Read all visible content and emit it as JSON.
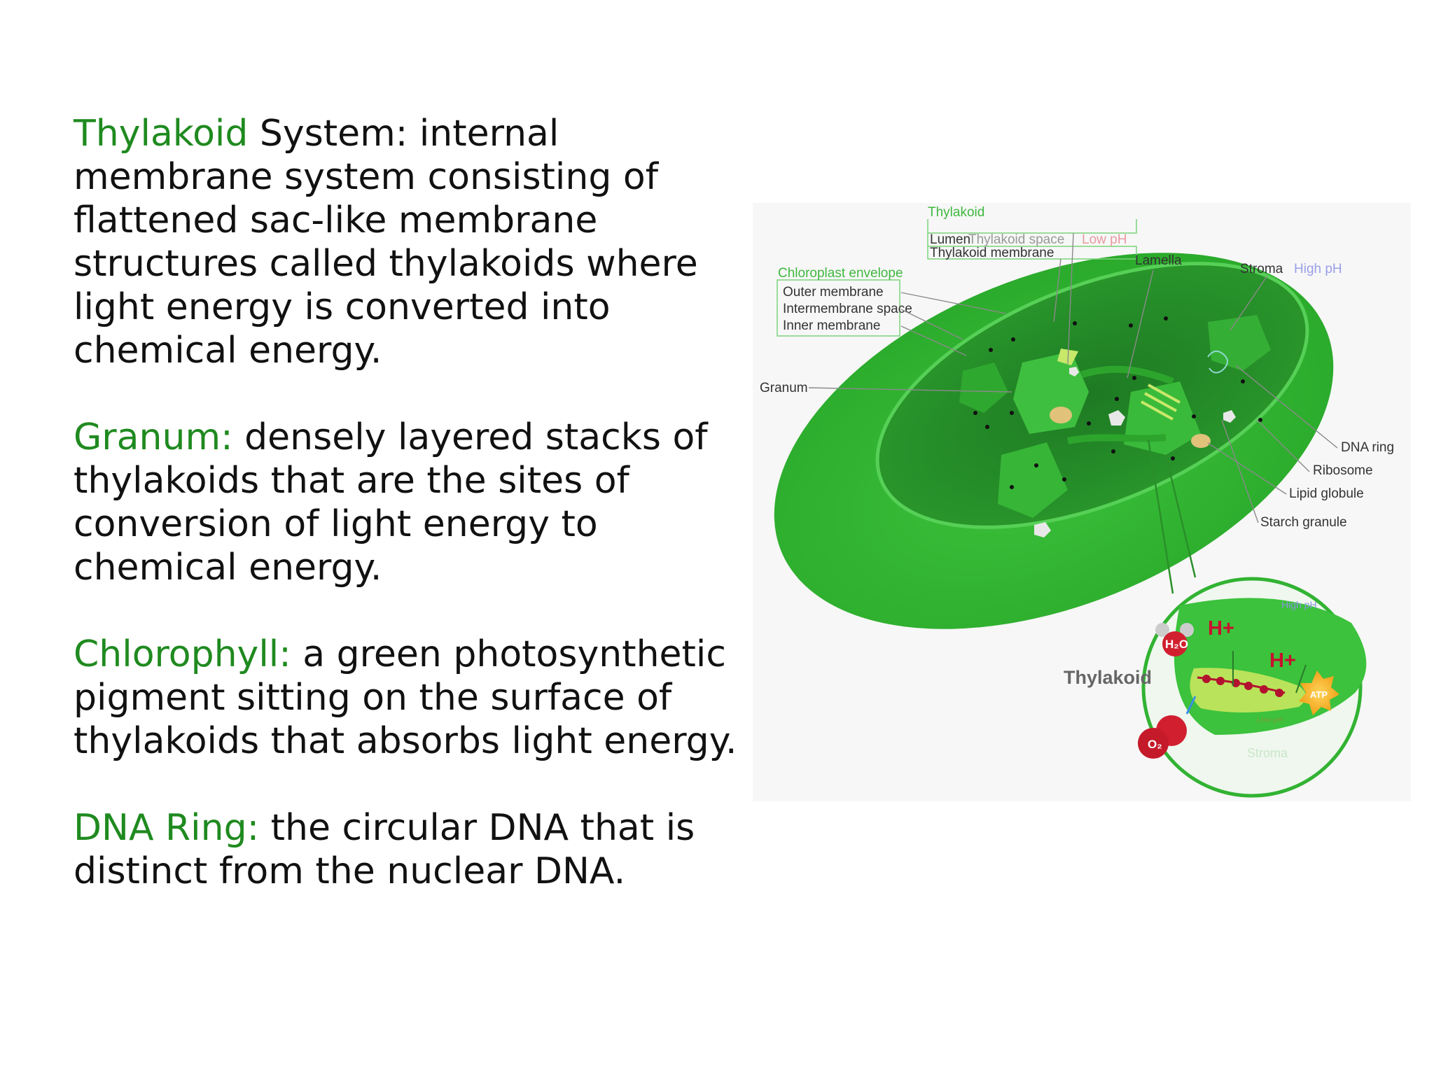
{
  "paragraphs": [
    {
      "term": "Thylakoid",
      "text": " System: internal membrane system consisting of flattened sac-like membrane structures called thylakoids where light energy is converted into chemical energy."
    },
    {
      "term": "Granum:",
      "text": " densely layered stacks of thylakoids that are the sites of conversion of light energy to chemical energy."
    },
    {
      "term": "Chlorophyll:",
      "text": " a green photosynthetic pigment sitting on the surface of thylakoids that absorbs light energy."
    },
    {
      "term": "DNA Ring:",
      "text": " the circular DNA that is distinct from the nuclear DNA."
    }
  ],
  "diagram": {
    "thylakoid_header": "Thylakoid",
    "lumen": "Lumen",
    "thylakoid_space": "Thylakoid space",
    "low_ph": "Low pH",
    "thylakoid_membrane": "Thylakoid membrane",
    "lamella": "Lamella",
    "stroma": "Stroma",
    "high_ph": "High pH",
    "envelope_header": "Chloroplast envelope",
    "outer_membrane": "Outer membrane",
    "intermembrane_space": "Intermembrane space",
    "inner_membrane": "Inner membrane",
    "granum": "Granum",
    "dna_ring": "DNA ring",
    "ribosome": "Ribosome",
    "lipid_globule": "Lipid globule",
    "starch_granule": "Starch granule",
    "inset_high_ph": "High pH",
    "h_plus_1": "H+",
    "h_plus_2": "H+",
    "h2o": "H₂O",
    "thylakoid_inset_label": "Thylakoid",
    "atp": "ATP",
    "low_ph_inset": "Low pH",
    "o2": "O₂",
    "stroma_inset": "Stroma"
  },
  "colors": {
    "term_green": "#1f8a1f",
    "chloroplast_green": "#2fb62f",
    "label_green": "#3fb83f",
    "high_ph_blue": "#9aa0e8",
    "low_ph_pink": "#e89aa0",
    "h_plus_red": "#c8102e",
    "atp_orange": "#f2a21a"
  }
}
